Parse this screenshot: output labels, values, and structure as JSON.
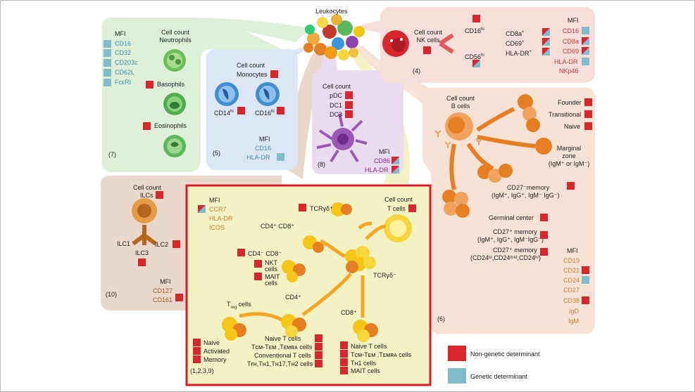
{
  "root": {
    "label": "Leukocytes"
  },
  "granulocytes": {
    "panel_number": "(7)",
    "mfi_title": "MFI",
    "mfi": [
      "CD16",
      "CD32",
      "CD203c",
      "CD62L",
      "FcεRI"
    ],
    "cell_count": "Cell count",
    "neutrophils": "Neutrophils",
    "basophils": "Basophils",
    "eosinophils": "Eosinophils"
  },
  "monocytes": {
    "panel_number": "(5)",
    "cell_count": "Cell count",
    "label": "Monocytes",
    "cd14": "CD14",
    "cd16": "CD16",
    "hi": "hi",
    "mfi_title": "MFI",
    "mfi": [
      "CD16",
      "HLA-DR"
    ]
  },
  "dendritic": {
    "panel_number": "(8)",
    "cell_count": "Cell count",
    "items": [
      "pDC",
      "DC1",
      "DC3"
    ],
    "mfi_title": "MFI",
    "mfi": [
      "CD86",
      "HLA-DR"
    ]
  },
  "nk": {
    "panel_number": "(4)",
    "cell_count": "Cell count",
    "label": "NK cells",
    "cd16hi": "CD16",
    "cd56hi": "CD56",
    "hi": "hi",
    "markers": [
      "CD8a",
      "CD69",
      "HLA-DR"
    ],
    "plus": "+",
    "mfi_title": "MFI",
    "mfi": [
      "CD16",
      "CD8a",
      "CD69",
      "HLA-DR",
      "NKp46"
    ]
  },
  "bcells": {
    "panel_number": "(6)",
    "cell_count": "Cell count",
    "label": "B cells",
    "founder": "Founder",
    "transitional": "Transitional",
    "naive": "Naive",
    "marginal_1": "Marginal",
    "marginal_2": "zone",
    "marginal_3": "(IgM⁺ or IgM⁻)",
    "cd27neg_1": "CD27⁻memory",
    "cd27neg_2": "(IgM⁺, IgG⁺, IgM⁻ IgG⁻)",
    "germinal": "Germinal center",
    "cd27pos_1": "CD27⁺ memory",
    "cd27pos_2": "(IgM⁺, IgG⁺, IgM⁻IgG⁻)",
    "cd27pos_b1": "CD27⁺ memory",
    "cd27pos_b2": "(CD24ˡᵒ,CD24ᵐⁱᵈ,CD24ʰⁱ)",
    "mfi_title": "MFI",
    "mfi": [
      "CD19",
      "CD21",
      "CD24",
      "CD27",
      "CD38",
      "IgD",
      "IgM"
    ]
  },
  "ilc": {
    "panel_number": "(10)",
    "cell_count": "Cell count",
    "label": "ILCs",
    "ilc1": "ILC1",
    "ilc2": "ILC2",
    "ilc3": "ILC3",
    "mfi_title": "MFI",
    "mfi": [
      "CD127",
      "CD161"
    ]
  },
  "tcells": {
    "panel_number": "(1,2,3,9)",
    "mfi_title": "MFI",
    "mfi": [
      "CCR7",
      "HLA-DR",
      "ICOS"
    ],
    "tcrgd": "TCRγδ⁺",
    "cell_count": "Cell count",
    "label": "T cells",
    "cd4cd8": "CD4⁺ CD8⁺",
    "cd4cd8neg": "CD4⁻ CD8⁻",
    "nkt_1": "NKT",
    "nkt_2": "cells",
    "mait_1": "MAIT",
    "mait_2": "cells",
    "tcrab": "TCRγδ⁻",
    "treg_main": "T",
    "treg_sub": "reg",
    "treg_tail": " cells",
    "cd4": "CD4⁺",
    "cd8": "CD8⁺",
    "treg_items": [
      "Naive",
      "Activated",
      "Memory"
    ],
    "cd4_items": [
      "Naive T cells",
      "Tᴄᴍ-Tᴇᴍ ,Tᴇᴍʀᴀ cells",
      "Conventional T cells",
      "Tғʜ,Tʜ1,Tʜ17,Tʜ2 cells"
    ],
    "cd8_items": [
      "Naive T cells",
      "Tᴄᴍ-Tᴇᴍ ,Tᴇᴍʀᴀ cells",
      "Tʜ1 cells",
      "MAIT cells"
    ]
  },
  "legend": {
    "non_genetic": "Non-genetic determinant",
    "genetic": "Genetic determinant",
    "non_genetic_color": "#d9262c",
    "genetic_color": "#80bccb"
  },
  "colors": {
    "green_panel": "#dff0d8",
    "blue_panel": "#dce6f5",
    "purple_panel": "#e9dcef",
    "pink_panel": "#f6dedb",
    "peach_panel": "#f7e2d6",
    "brown_panel": "#ead8cb",
    "yellow_panel": "#f3f2c4",
    "highlight_border": "#d81b25"
  }
}
